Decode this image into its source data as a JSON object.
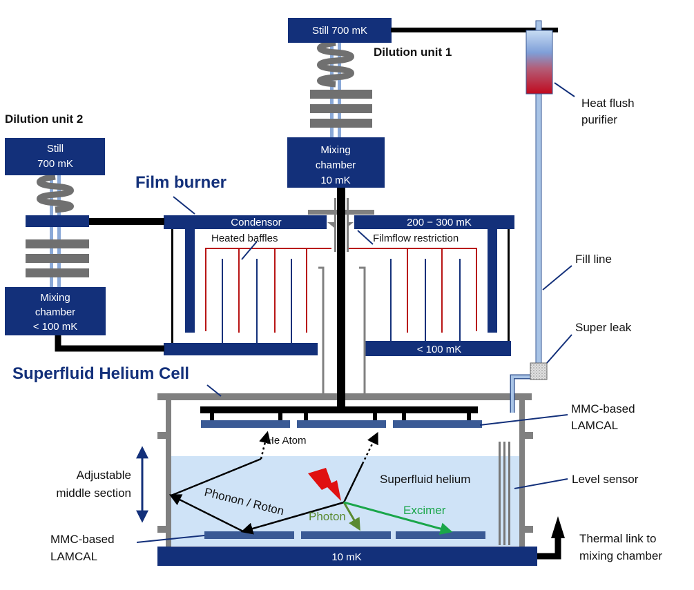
{
  "labels": {
    "still_1": "Still 700 mK",
    "dilution_1": "Dilution unit 1",
    "heat_flush": [
      "Heat flush",
      "purifier"
    ],
    "dilution_2": "Dilution unit 2",
    "still_2": [
      "Still",
      "700 mK"
    ],
    "mixing_1": [
      "Mixing",
      "chamber",
      "10 mK"
    ],
    "film_burner": "Film burner",
    "condensor": "Condensor",
    "temp_200_300": "200 − 300 mK",
    "heated_baffles": "Heated baffles",
    "filmflow": "Filmflow restriction",
    "fill_line": "Fill line",
    "mixing_2": [
      "Mixing",
      "chamber",
      "< 100 mK"
    ],
    "super_leak": "Super leak",
    "temp_100": "< 100 mK",
    "cell_title": "Superfluid Helium Cell",
    "mmc_top": [
      "MMC-based",
      "LAMCAL"
    ],
    "he_atom": "He Atom",
    "adjustable": [
      "Adjustable",
      "middle section"
    ],
    "superfluid": "Superfluid helium",
    "level_sensor": "Level sensor",
    "phonon": "Phonon / Roton",
    "photon": "Photon",
    "excimer": "Excimer",
    "mmc_bottom": [
      "MMC-based",
      "LAMCAL"
    ],
    "base_temp": "10 mK",
    "thermal_link": [
      "Thermal link to",
      "mixing chamber"
    ]
  },
  "colors": {
    "navy": "#13307a",
    "lamcal": "#3a5a95",
    "gray": "#808080",
    "baffle_red": "#b81414",
    "helium": "#cfe3f7",
    "photon": "#5a8a30",
    "excimer": "#1aa64a",
    "spark": "#e01010"
  }
}
